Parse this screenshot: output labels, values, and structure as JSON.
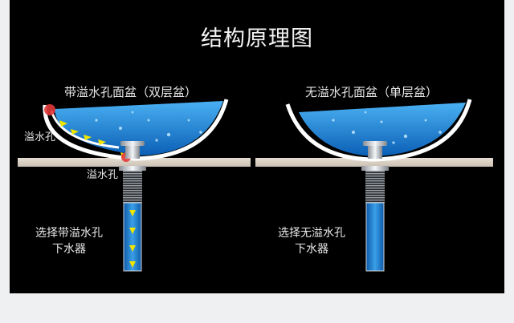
{
  "title": "结构原理图",
  "left": {
    "heading": "带溢水孔面盆（双层盆）",
    "overflow_label": "溢水孔",
    "overflow_label_drain": "溢水孔",
    "choose_line1": "选择带溢水孔",
    "choose_line2": "下水器"
  },
  "right": {
    "heading": "无溢水孔面盆（单层盆）",
    "choose_line1": "选择无溢水孔",
    "choose_line2": "下水器"
  },
  "colors": {
    "background": "#000000",
    "page": "#eef0f2",
    "water": "#1f86d8",
    "basin": "#ffffff",
    "counter": "#d8cfc2",
    "arrow": "#f2e600",
    "overflow_dot": "#e23a3a"
  }
}
